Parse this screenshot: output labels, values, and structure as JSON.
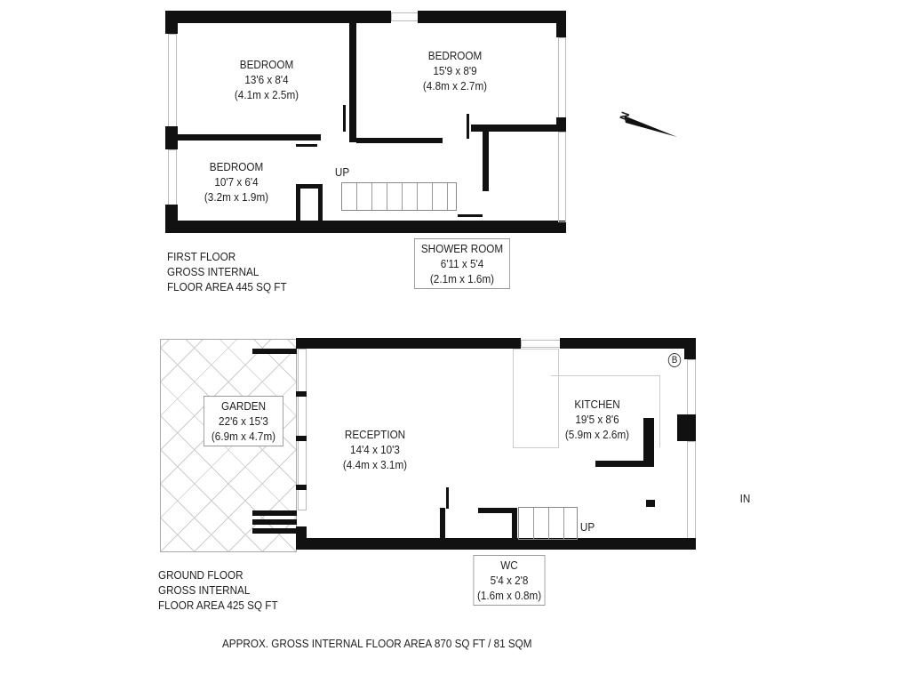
{
  "first_floor": {
    "rooms": [
      {
        "name": "BEDROOM",
        "dims_imperial": "13'6 x 8'4",
        "dims_metric": "(4.1m x 2.5m)"
      },
      {
        "name": "BEDROOM",
        "dims_imperial": "15'9 x 8'9",
        "dims_metric": "(4.8m x 2.7m)"
      },
      {
        "name": "BEDROOM",
        "dims_imperial": "10'7 x 6'4",
        "dims_metric": "(3.2m x 1.9m)"
      },
      {
        "name": "SHOWER ROOM",
        "dims_imperial": "6'11 x 5'4",
        "dims_metric": "(2.1m x 1.6m)"
      }
    ],
    "stairs_label": "UP",
    "area_lines": [
      "FIRST FLOOR",
      "GROSS INTERNAL",
      "FLOOR AREA 445 SQ FT"
    ]
  },
  "ground_floor": {
    "rooms": [
      {
        "name": "GARDEN",
        "dims_imperial": "22'6 x 15'3",
        "dims_metric": "(6.9m x 4.7m)"
      },
      {
        "name": "RECEPTION",
        "dims_imperial": "14'4 x 10'3",
        "dims_metric": "(4.4m x 3.1m)"
      },
      {
        "name": "KITCHEN",
        "dims_imperial": "19'5 x 8'6",
        "dims_metric": "(5.9m x 2.6m)"
      },
      {
        "name": "WC",
        "dims_imperial": "5'4 x 2'8",
        "dims_metric": "(1.6m x 0.8m)"
      }
    ],
    "stairs_label": "UP",
    "boiler_label": "B",
    "entrance_label": "IN",
    "area_lines": [
      "GROUND FLOOR",
      "GROSS INTERNAL",
      "FLOOR AREA 425 SQ FT"
    ]
  },
  "compass_label": "N",
  "total_area": "APPROX. GROSS INTERNAL FLOOR AREA 870 SQ FT / 81 SQM"
}
